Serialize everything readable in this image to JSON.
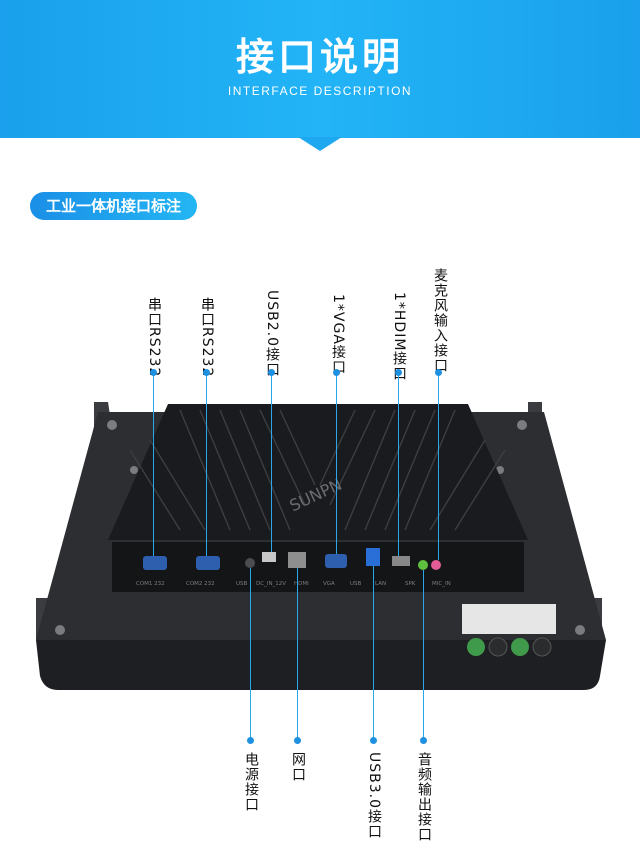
{
  "header": {
    "title": "接口说明",
    "subtitle": "INTERFACE DESCRIPTION"
  },
  "section": {
    "label": "工业一体机接口标注"
  },
  "device": {
    "watermark": "SUNPN",
    "port_labels": [
      "COM1 232",
      "COM2 232",
      "USB",
      "DC_IN_12V",
      "HDMI",
      "VGA",
      "USB",
      "LAN",
      "SPK",
      "MIC_IN"
    ]
  },
  "callouts": {
    "top": [
      "串口RS232",
      "串口RS232",
      "USB2.0接口",
      "1*VGA接口",
      "1*HDIM接口",
      "麦克风输入接口"
    ],
    "bottom": [
      "电源接口",
      "网口",
      "USB3.0接口",
      "音频输出接口"
    ]
  }
}
